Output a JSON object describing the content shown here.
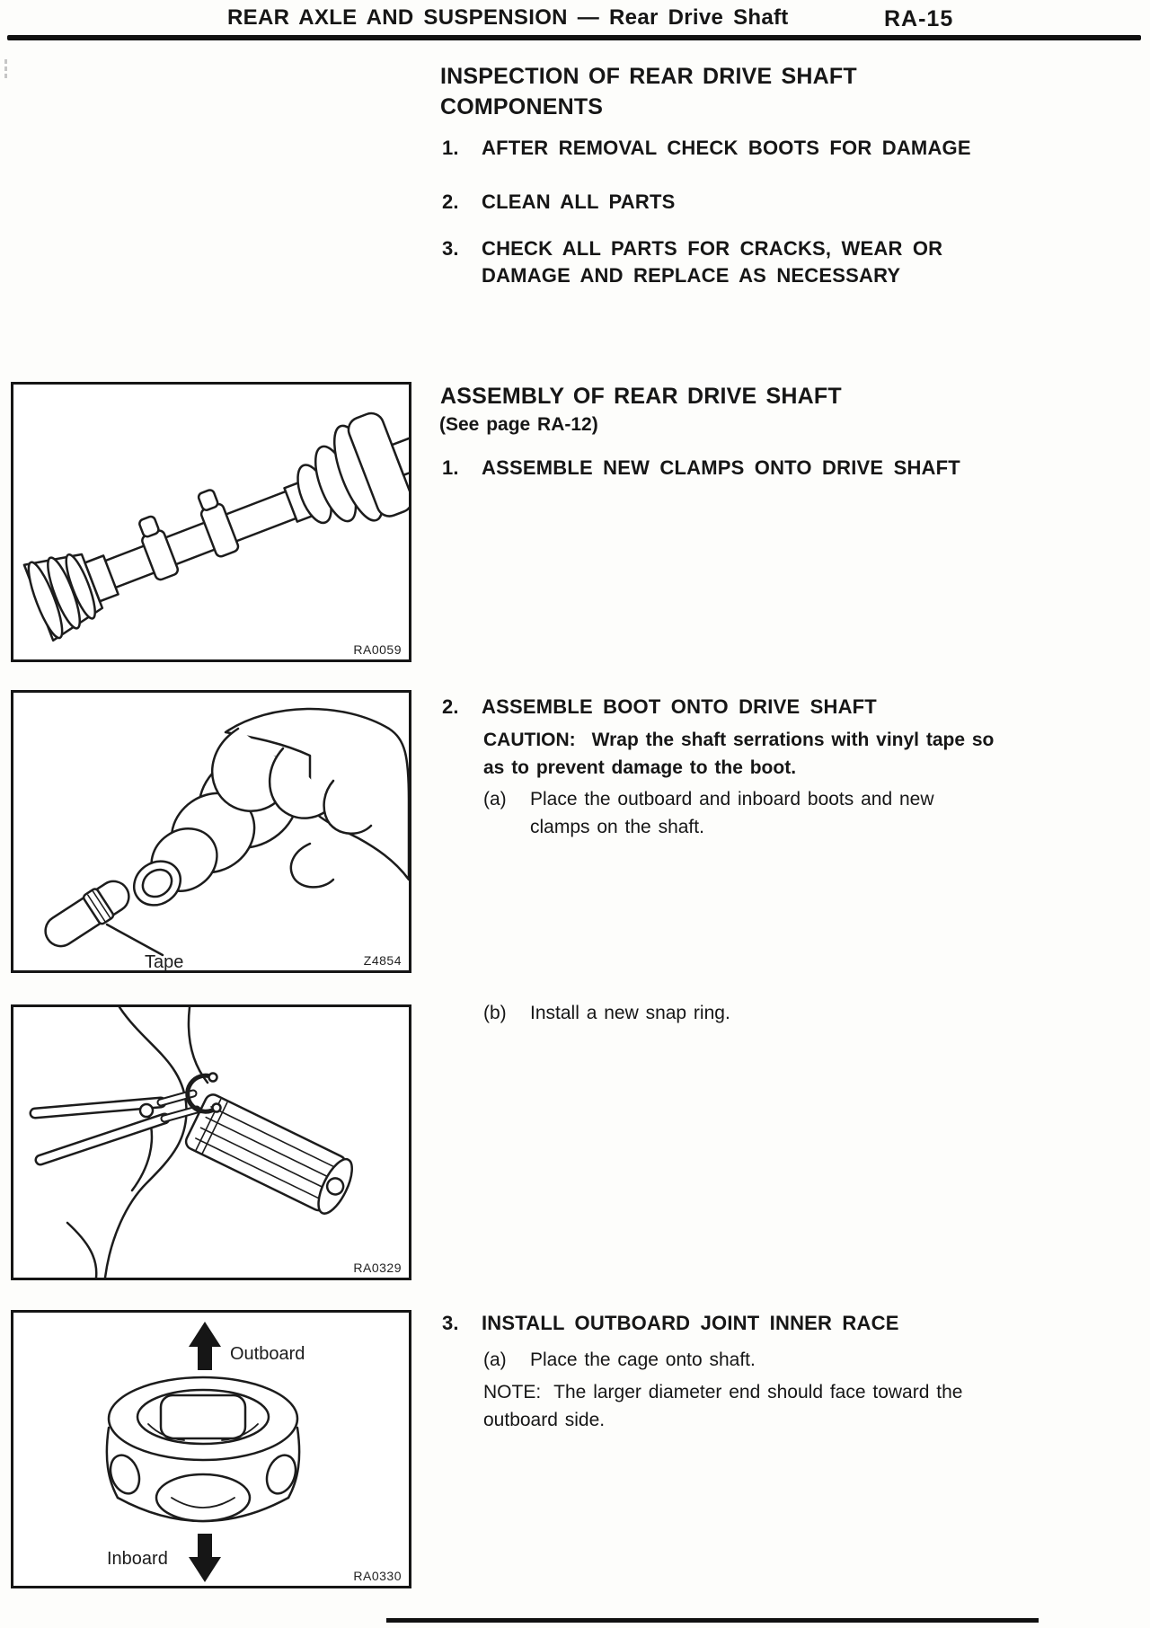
{
  "header": {
    "section_title": "REAR AXLE AND SUSPENSION",
    "subsection_title": "— Rear Drive Shaft",
    "page_number": "RA-15"
  },
  "inspection": {
    "heading_lines": [
      "INSPECTION OF REAR DRIVE SHAFT",
      "COMPONENTS"
    ],
    "items": [
      {
        "num": "1.",
        "lines": [
          "AFTER REMOVAL CHECK BOOTS FOR DAMAGE"
        ]
      },
      {
        "num": "2.",
        "lines": [
          "CLEAN ALL PARTS"
        ]
      },
      {
        "num": "3.",
        "lines": [
          "CHECK ALL PARTS FOR CRACKS, WEAR OR",
          "DAMAGE AND REPLACE AS NECESSARY"
        ]
      }
    ]
  },
  "assembly": {
    "heading": "ASSEMBLY OF REAR DRIVE SHAFT",
    "page_ref": "(See page RA-12)",
    "step1": {
      "num": "1.",
      "lines": [
        "ASSEMBLE NEW CLAMPS ONTO DRIVE SHAFT"
      ]
    },
    "step2": {
      "num": "2.",
      "lines": [
        "ASSEMBLE BOOT ONTO DRIVE SHAFT"
      ],
      "caution_label": "CAUTION:",
      "caution_lines": [
        "Wrap the shaft serrations with vinyl tape so",
        "as to prevent damage to the boot."
      ],
      "sub_a_label": "(a)",
      "sub_a_lines": [
        "Place the outboard and inboard boots and new",
        "clamps on the shaft."
      ],
      "sub_b_label": "(b)",
      "sub_b_lines": [
        "Install a new snap ring."
      ]
    },
    "step3": {
      "num": "3.",
      "lines": [
        "INSTALL OUTBOARD JOINT INNER RACE"
      ],
      "sub_a_label": "(a)",
      "sub_a_lines": [
        "Place the cage onto shaft."
      ],
      "note_label": "NOTE:",
      "note_lines": [
        "The larger diameter end should face toward the",
        "outboard side."
      ]
    }
  },
  "figures": [
    {
      "code": "RA0059",
      "alt": "rear-drive-shaft-with-new-clamps-and-boot"
    },
    {
      "code": "Z4854",
      "alt": "hand-fitting-boot-over-taped-shaft",
      "tape_label": "Tape"
    },
    {
      "code": "RA0329",
      "alt": "installing-snap-ring-with-pliers"
    },
    {
      "code": "RA0330",
      "alt": "outboard-joint-cage-orientation",
      "outboard_label": "Outboard",
      "inboard_label": "Inboard"
    }
  ]
}
